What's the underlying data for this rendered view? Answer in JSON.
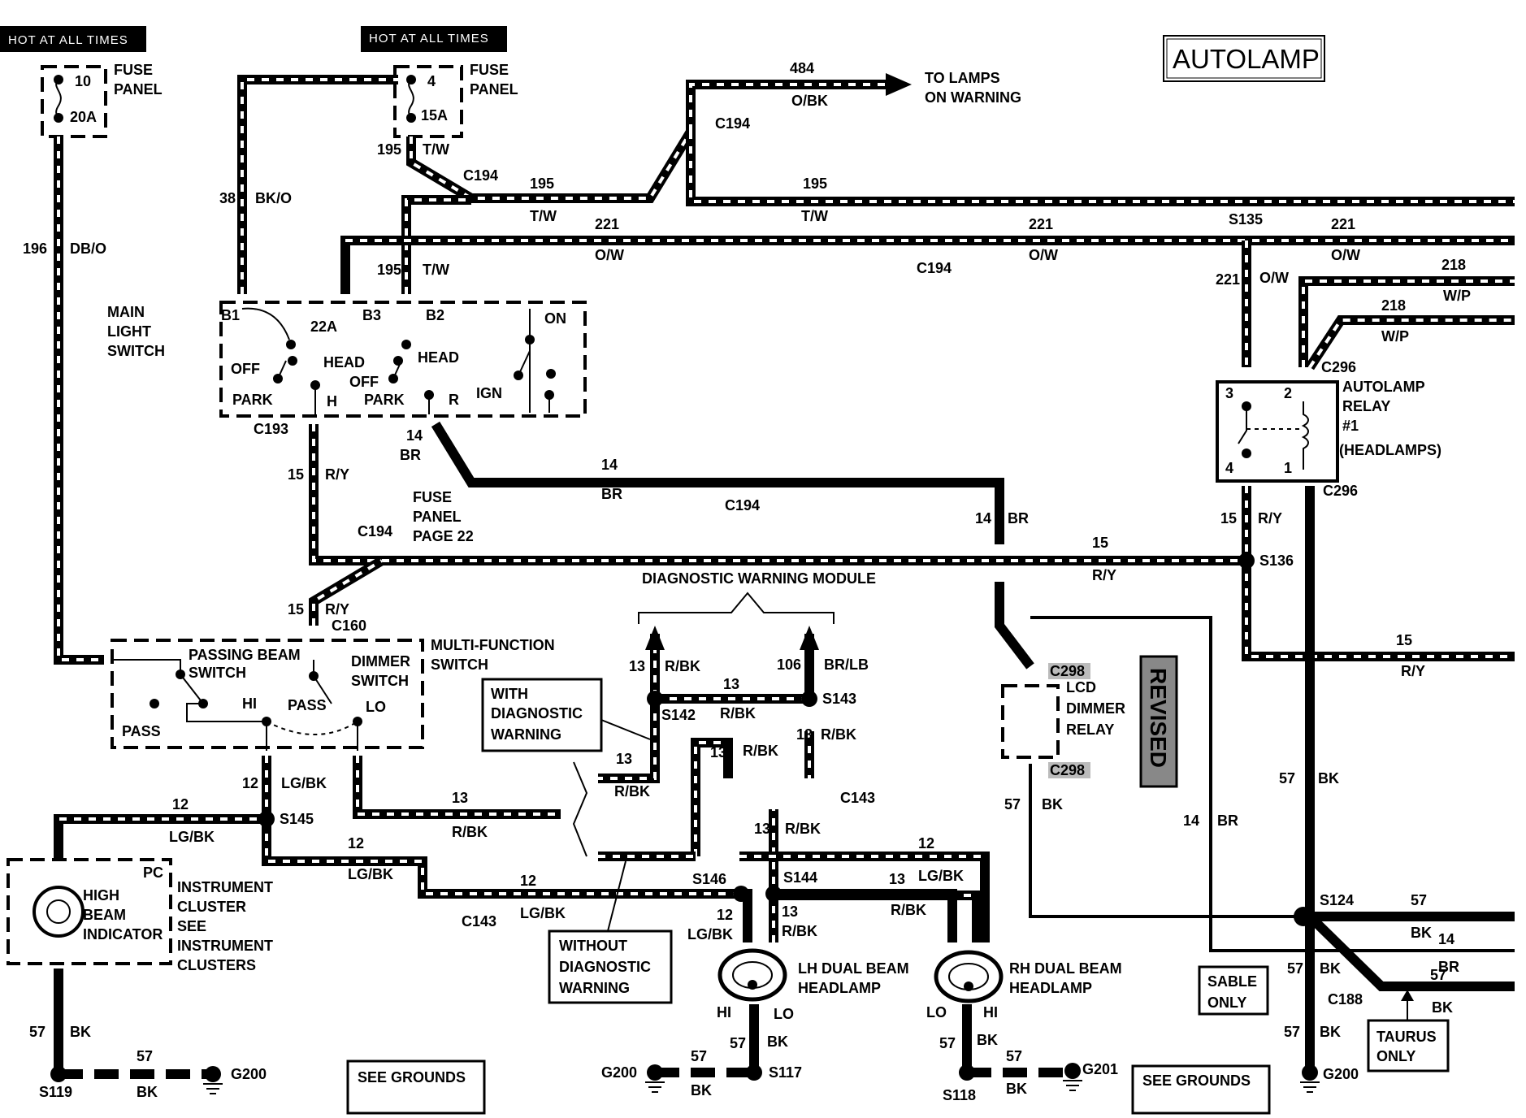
{
  "header": {
    "hot1": "HOT AT ALL TIMES",
    "hot2": "HOT AT ALL TIMES",
    "title": "AUTOLAMP"
  },
  "fuses": {
    "f1_num": "10",
    "f1_amp": "20A",
    "f2_num": "4",
    "f2_amp": "15A",
    "panel1": [
      "FUSE",
      "PANEL"
    ],
    "panel2": [
      "FUSE",
      "PANEL"
    ]
  },
  "components": {
    "main_light_switch": [
      "MAIN",
      "LIGHT",
      "SWITCH"
    ],
    "switch_labels": {
      "b1": "B1",
      "b2": "B2",
      "b3": "B3",
      "amp": "22A",
      "off1": "OFF",
      "head1": "HEAD",
      "park1": "PARK",
      "h": "H",
      "head2": "HEAD",
      "off2": "OFF",
      "park2": "PARK",
      "r": "R",
      "on": "ON",
      "ign": "IGN"
    },
    "to_lamps": [
      "TO LAMPS",
      "ON WARNING"
    ],
    "autolamp_relay": [
      "AUTOLAMP",
      "RELAY",
      "#1",
      "(HEADLAMPS)"
    ],
    "relay_pins": [
      "3",
      "2",
      "4",
      "1"
    ],
    "fuse_panel_page": [
      "FUSE",
      "PANEL",
      "PAGE 22"
    ],
    "diag_module": "DIAGNOSTIC WARNING MODULE",
    "multifunction": [
      "MULTI-FUNCTION",
      "SWITCH"
    ],
    "passing_beam": [
      "PASSING BEAM",
      "SWITCH"
    ],
    "dimmer": [
      "DIMMER",
      "SWITCH"
    ],
    "mf_labels": {
      "hi": "HI",
      "pass1": "PASS",
      "lo": "LO",
      "pass2": "PASS"
    },
    "with_diag": [
      "WITH",
      "DIAGNOSTIC",
      "WARNING"
    ],
    "without_diag": [
      "WITHOUT",
      "DIAGNOSTIC",
      "WARNING"
    ],
    "lcd_relay": [
      "LCD",
      "DIMMER",
      "RELAY"
    ],
    "revised": "REVISED",
    "pc": "PC",
    "high_beam": [
      "HIGH",
      "BEAM",
      "INDICATOR"
    ],
    "instrument_cluster": [
      "INSTRUMENT",
      "CLUSTER",
      "SEE",
      "INSTRUMENT",
      "CLUSTERS"
    ],
    "lh_headlamp": [
      "LH DUAL BEAM",
      "HEADLAMP"
    ],
    "rh_headlamp": [
      "RH DUAL BEAM",
      "HEADLAMP"
    ],
    "lh_pins": [
      "HI",
      "LO"
    ],
    "rh_pins": [
      "LO",
      "HI"
    ],
    "sable_only": [
      "SABLE",
      "ONLY"
    ],
    "taurus_only": [
      "TAURUS",
      "ONLY"
    ],
    "see_grounds1": "SEE GROUNDS",
    "see_grounds2": "SEE GROUNDS"
  },
  "connectors": {
    "c194": "C194",
    "c193": "C193",
    "c160": "C160",
    "c143": "C143",
    "c296": "C296",
    "c298": "C298",
    "c188": "C188"
  },
  "splices": {
    "s135": "S135",
    "s136": "S136",
    "s124": "S124",
    "s142": "S142",
    "s143": "S143",
    "s145": "S145",
    "s146": "S146",
    "s144": "S144",
    "s119": "S119",
    "s117": "S117",
    "s118": "S118"
  },
  "grounds": {
    "g200": "G200",
    "g201": "G201"
  },
  "circuits": {
    "c196": "196",
    "c196c": "DB/O",
    "c38": "38",
    "c38c": "BK/O",
    "c195": "195",
    "c195c": "T/W",
    "c484": "484",
    "c484c": "O/BK",
    "c221": "221",
    "c221c": "O/W",
    "c218": "218",
    "c218c": "W/P",
    "c15": "15",
    "c15c": "R/Y",
    "c14": "14",
    "c14c": "BR",
    "c13": "13",
    "c13c": "R/BK",
    "c106": "106",
    "c106c": "BR/LB",
    "c12": "12",
    "c12c": "LG/BK",
    "c57": "57",
    "c57c": "BK"
  }
}
